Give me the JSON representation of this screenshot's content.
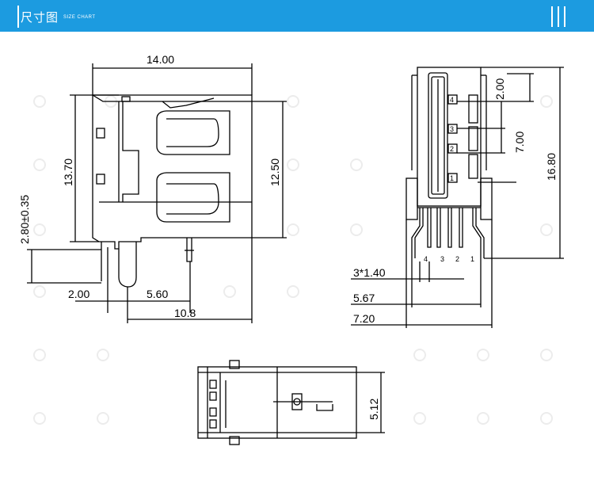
{
  "header": {
    "title": "尺寸图",
    "subtitle": "SIZE CHART",
    "accent_color": "#1c9be0"
  },
  "dimensions": {
    "side_width": "14.00",
    "side_height": "13.70",
    "inner_height": "12.50",
    "pin_height": "2.80±0.35",
    "pin_offset": "2.00",
    "pin_pitch": "5.60",
    "board_width": "10.8",
    "front_top": "2.00",
    "front_pitch": "7.00",
    "front_height": "16.80",
    "front_pin_pitch": "3*1.40",
    "front_width_inner": "5.67",
    "front_width_outer": "7.20",
    "bottom_width": "5.12"
  },
  "pins": [
    "4",
    "3",
    "2",
    "1"
  ]
}
